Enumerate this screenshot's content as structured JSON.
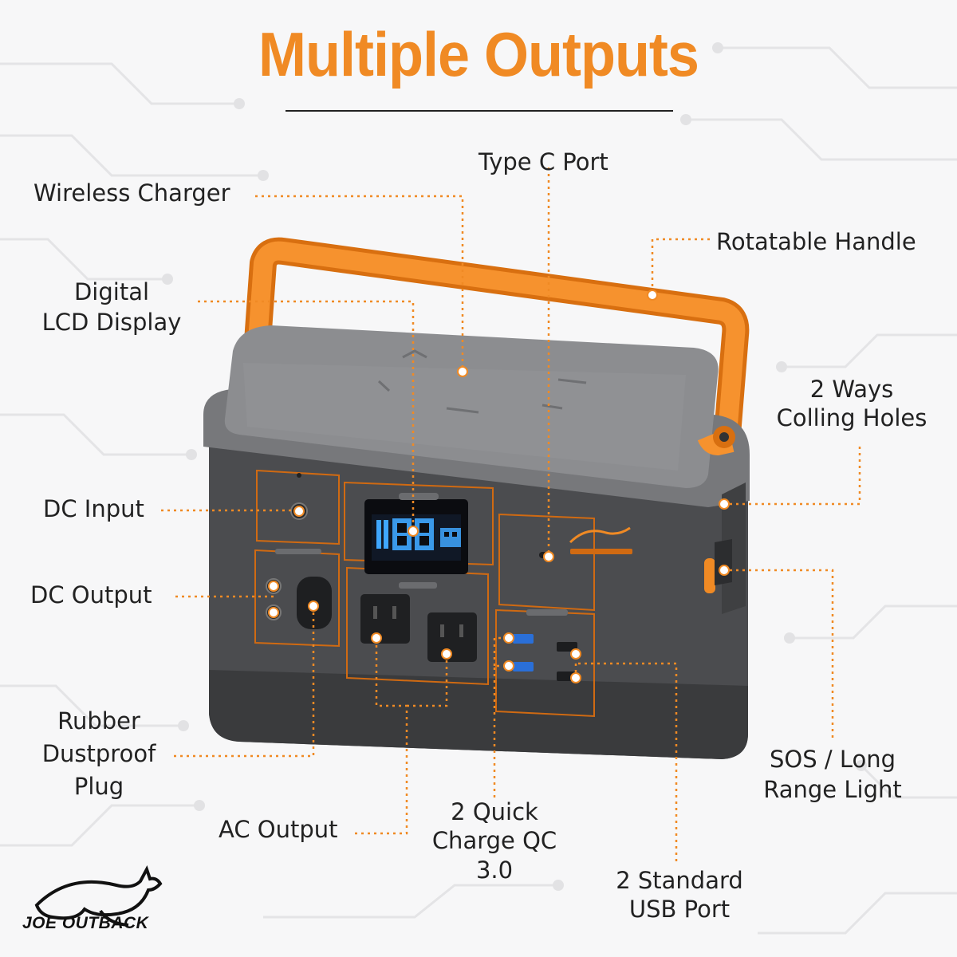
{
  "title": "Multiple Outputs",
  "labels": {
    "type_c_port": "Type C Port",
    "wireless_charger": "Wireless Charger",
    "rotatable_handle": "Rotatable Handle",
    "digital_lcd_line1": "Digital",
    "digital_lcd_line2": "LCD Display",
    "cooling_line1": "2 Ways",
    "cooling_line2": "Colling Holes",
    "dc_input": "DC Input",
    "dc_output": "DC Output",
    "rubber_line1": "Rubber",
    "rubber_line2": "Dustproof",
    "rubber_line3": "Plug",
    "sos_line1": "SOS / Long",
    "sos_line2": "Range Light",
    "ac_output": "AC Output",
    "qc_line1": "2 Quick",
    "qc_line2": "Charge QC",
    "qc_line3": "3.0",
    "usb_line1": "2 Standard",
    "usb_line2": "USB Port"
  },
  "brand": {
    "name": "JOE OUTBACK"
  },
  "colors": {
    "accent": "#f08a24",
    "body": "#4a4b4d",
    "lid": "#8a8b8d",
    "leader": "#f08a24"
  }
}
